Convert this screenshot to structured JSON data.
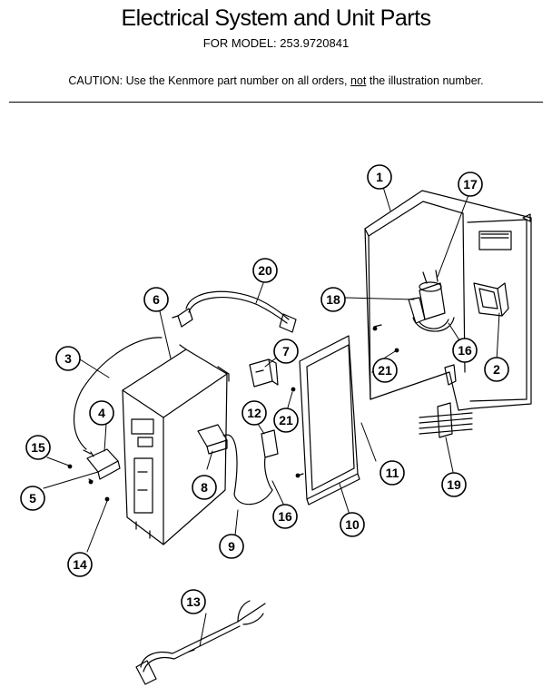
{
  "header": {
    "title": "Electrical System and Unit Parts",
    "model_prefix": "FOR MODEL:",
    "model_number": "253.9720841",
    "caution_label": "CAUTION:",
    "caution_text_1": "Use the Kenmore part number on all orders,",
    "caution_not": "not",
    "caution_text_2": "the illustration number."
  },
  "callouts": [
    {
      "id": "c1",
      "label": "1"
    },
    {
      "id": "c17",
      "label": "17"
    },
    {
      "id": "c20",
      "label": "20"
    },
    {
      "id": "c6",
      "label": "6"
    },
    {
      "id": "c18",
      "label": "18"
    },
    {
      "id": "c3",
      "label": "3"
    },
    {
      "id": "c7",
      "label": "7"
    },
    {
      "id": "c16a",
      "label": "16"
    },
    {
      "id": "c2",
      "label": "2"
    },
    {
      "id": "c21a",
      "label": "21"
    },
    {
      "id": "c4",
      "label": "4"
    },
    {
      "id": "c12",
      "label": "12"
    },
    {
      "id": "c21b",
      "label": "21"
    },
    {
      "id": "c15",
      "label": "15"
    },
    {
      "id": "c8",
      "label": "8"
    },
    {
      "id": "c11",
      "label": "11"
    },
    {
      "id": "c19",
      "label": "19"
    },
    {
      "id": "c5",
      "label": "5"
    },
    {
      "id": "c16b",
      "label": "16"
    },
    {
      "id": "c10",
      "label": "10"
    },
    {
      "id": "c9",
      "label": "9"
    },
    {
      "id": "c14",
      "label": "14"
    },
    {
      "id": "c13",
      "label": "13"
    }
  ]
}
